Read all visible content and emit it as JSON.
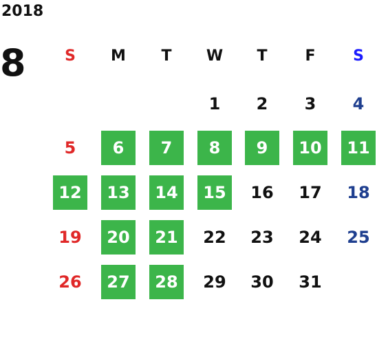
{
  "calendar": {
    "year": "2018",
    "month": "8",
    "weekdays": [
      "S",
      "M",
      "T",
      "W",
      "T",
      "F",
      "S"
    ],
    "colors": {
      "sunday": "#e02828",
      "saturday": "#1f3f8f",
      "weekday": "#111111",
      "header_saturday": "#1a1aff",
      "highlight_bg": "#3cb54a",
      "highlight_text": "#ffffff"
    },
    "weeks": [
      [
        null,
        null,
        null,
        "1",
        "2",
        "3",
        "4"
      ],
      [
        "5",
        "6",
        "7",
        "8",
        "9",
        "10",
        "11"
      ],
      [
        "12",
        "13",
        "14",
        "15",
        "16",
        "17",
        "18"
      ],
      [
        "19",
        "20",
        "21",
        "22",
        "23",
        "24",
        "25"
      ],
      [
        "26",
        "27",
        "28",
        "29",
        "30",
        "31",
        null
      ]
    ],
    "highlighted_days": [
      "6",
      "7",
      "8",
      "9",
      "10",
      "11",
      "12",
      "13",
      "14",
      "15",
      "20",
      "21",
      "27",
      "28"
    ]
  }
}
